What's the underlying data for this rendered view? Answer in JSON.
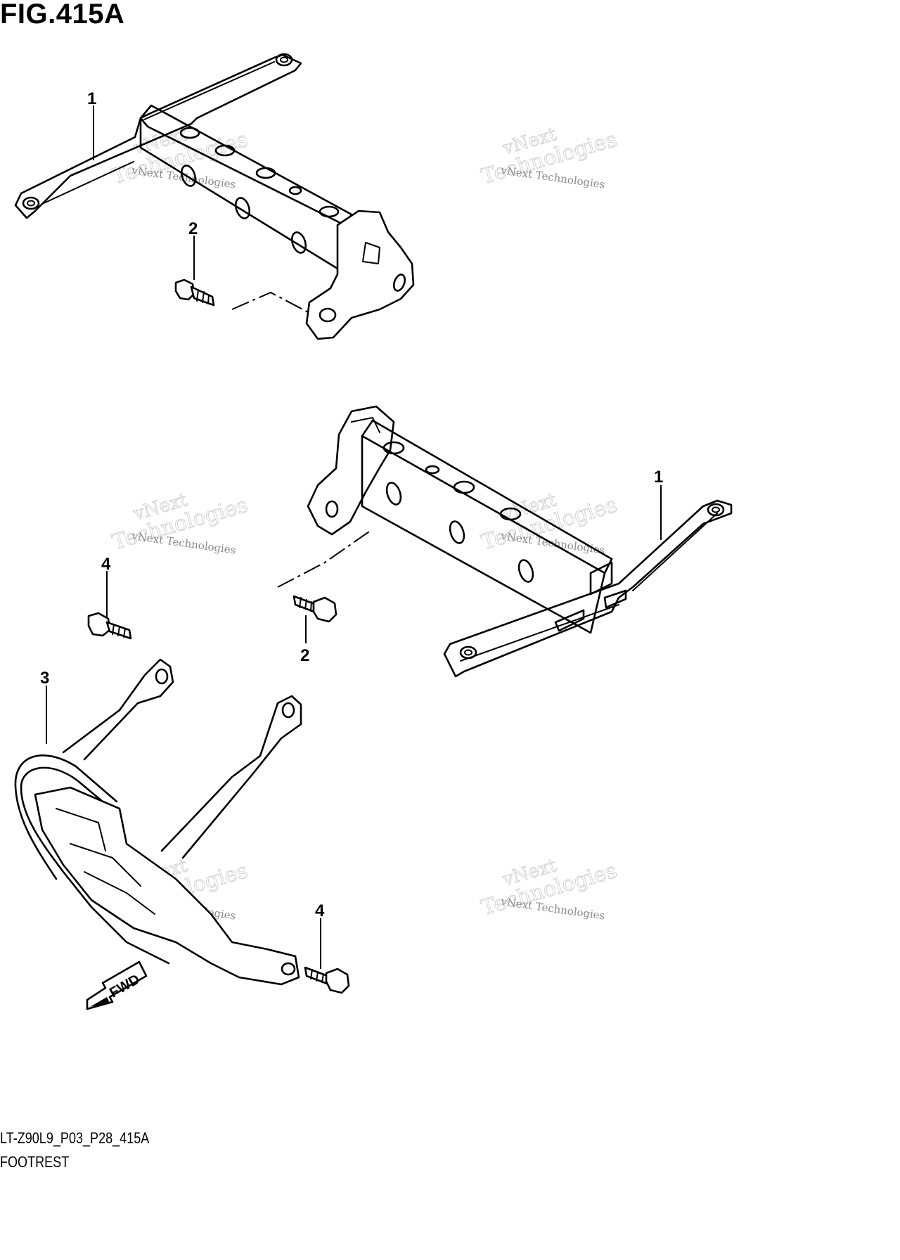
{
  "figure": {
    "title": "FIG.415A",
    "diagram_code": "LT-Z90L9_P03_P28_415A",
    "section_name": "FOOTREST"
  },
  "callouts": {
    "footrest_bracket_upper": "1",
    "bolt_upper": "2",
    "footrest_bracket_lower": "1",
    "bolt_lower": "2",
    "footguard": "3",
    "bolt_guard_top": "4",
    "bolt_guard_bottom": "4"
  },
  "direction_indicator": {
    "label": "FWD",
    "icon": "fwd-arrow-icon"
  },
  "watermark": {
    "line1": "vNext",
    "line2": "Technologies",
    "small": "vNext Technologies"
  },
  "colors": {
    "line": "#000000",
    "background": "#ffffff",
    "watermark": "#cfcfcf"
  }
}
